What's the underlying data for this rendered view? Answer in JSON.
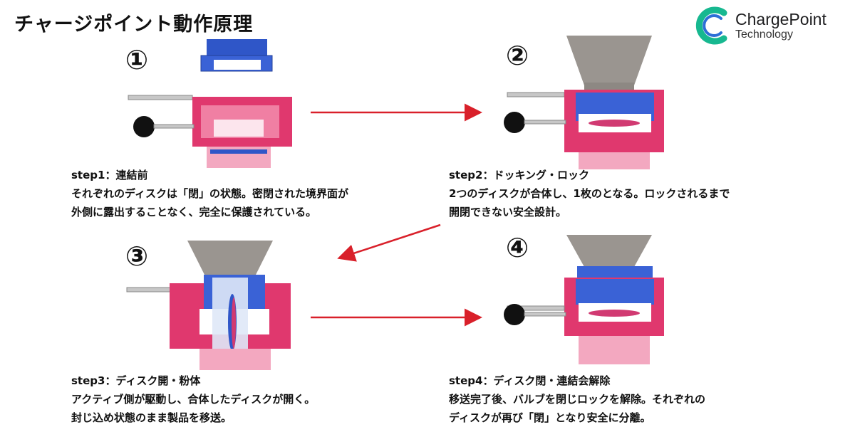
{
  "title": "チャージポイント動作原理",
  "logo": {
    "brand": "ChargePoint",
    "sub": "Technology"
  },
  "steps": [
    {
      "num": "①",
      "heading": "step1：連結前",
      "lines": [
        "それぞれのディスクは「閉」の状態。密閉された境界面が",
        "外側に露出することなく、完全に保護されている。"
      ]
    },
    {
      "num": "②",
      "heading": "step2：ドッキング・ロック",
      "lines": [
        "2つのディスクが合体し、1枚のとなる。ロックされるまで",
        "開閉できない安全設計。"
      ]
    },
    {
      "num": "③",
      "heading": "step3：ディスク開・粉体",
      "lines": [
        "アクティブ側が駆動し、合体したディスクが開く。",
        "封じ込め状態のまま製品を移送。"
      ]
    },
    {
      "num": "④",
      "heading": "step4：ディスク閉・連結会解除",
      "lines": [
        "移送完了後、バルブを閉じロックを解除。それぞれの",
        "ディスクが再び「閉」となり安全に分離。"
      ]
    }
  ],
  "colors": {
    "arrow": "#d9202a",
    "housing": "#e0386e",
    "blue": "#2f56c8",
    "steel": "#9a9590"
  }
}
